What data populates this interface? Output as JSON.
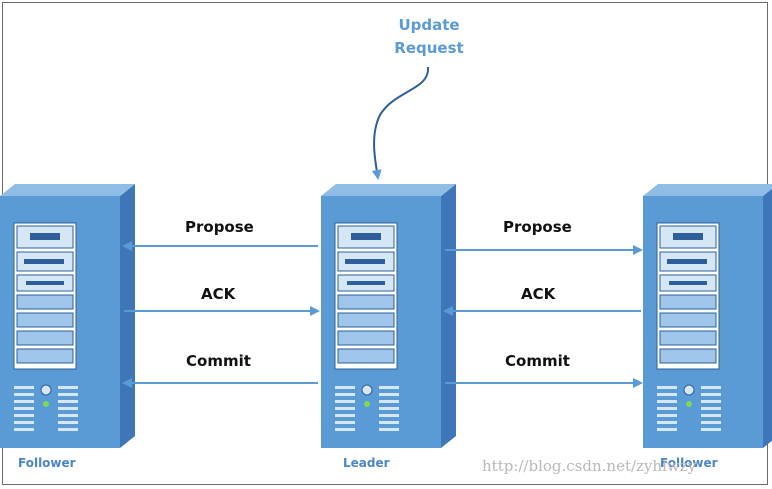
{
  "diagram": {
    "request_label_line1": "Update",
    "request_label_line2": "Request",
    "servers": {
      "left": "Follower",
      "center": "Leader",
      "right": "Follower"
    },
    "messages": {
      "left_propose": "Propose",
      "left_ack": "ACK",
      "left_commit": "Commit",
      "right_propose": "Propose",
      "right_ack": "ACK",
      "right_commit": "Commit"
    },
    "watermark": "http://blog.csdn.net/zyhlwzy"
  },
  "colors": {
    "server_front": "#5b9bd5",
    "server_side": "#3f76b8",
    "server_top": "#8fbde6",
    "arrow": "#5b9bd5",
    "request_text": "#5b9bd5",
    "label_text": "#111111"
  }
}
